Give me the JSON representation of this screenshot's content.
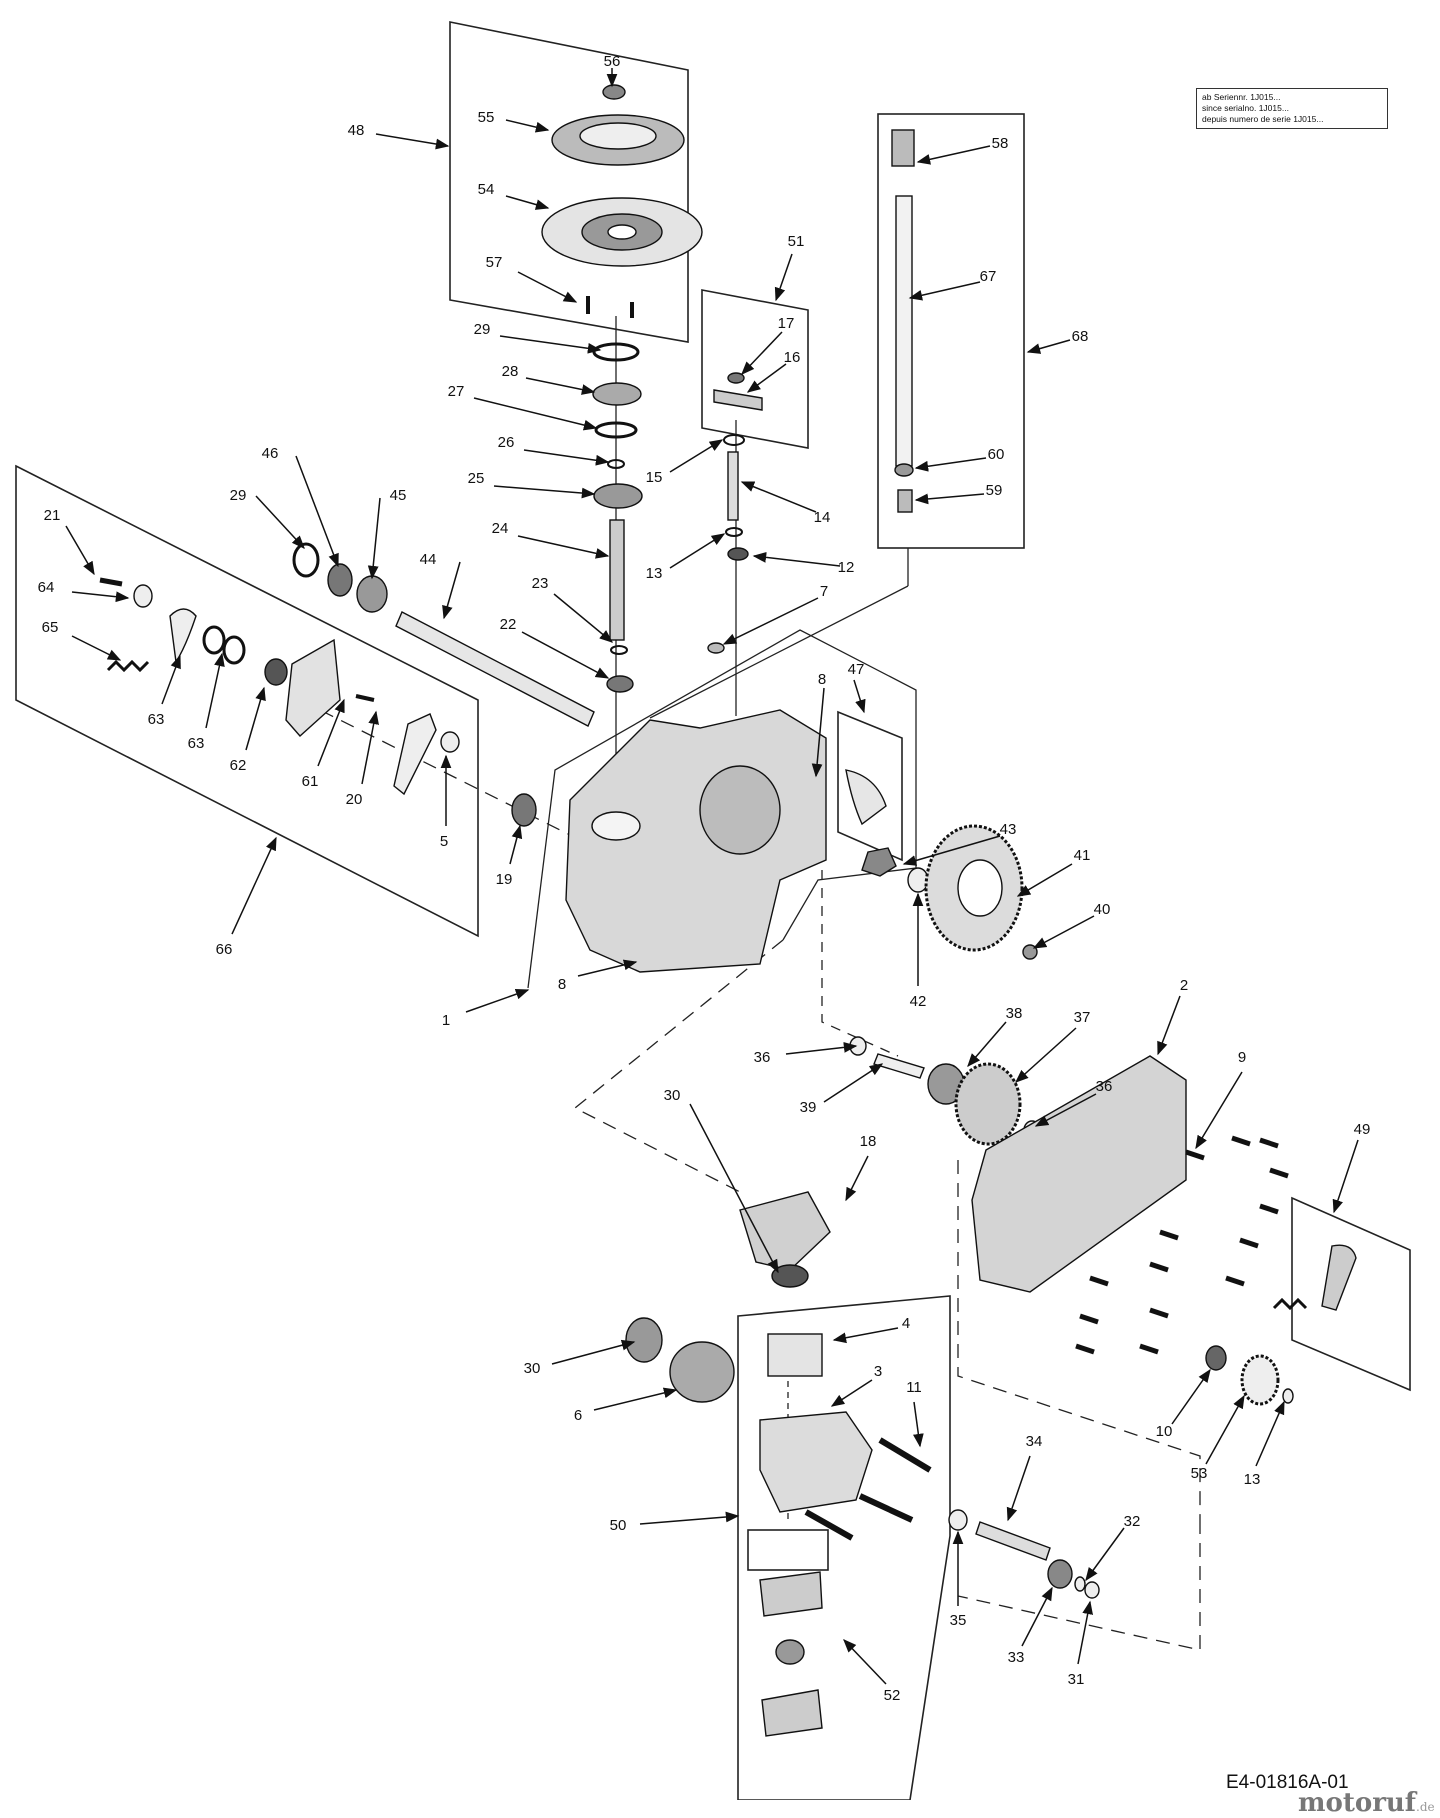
{
  "diagram": {
    "note_lines": [
      "ab Seriennr. 1J015...",
      "since serialno. 1J015...",
      "depuis numero de serie 1J015..."
    ],
    "drawing_code": "E4-01816A-01",
    "watermark": {
      "name": "motoruf",
      "tld": ".de"
    },
    "callouts": [
      {
        "label": "56"
      },
      {
        "label": "55"
      },
      {
        "label": "54"
      },
      {
        "label": "57"
      },
      {
        "label": "48"
      },
      {
        "label": "29"
      },
      {
        "label": "28"
      },
      {
        "label": "27"
      },
      {
        "label": "26"
      },
      {
        "label": "25"
      },
      {
        "label": "24"
      },
      {
        "label": "23"
      },
      {
        "label": "22"
      },
      {
        "label": "51"
      },
      {
        "label": "17"
      },
      {
        "label": "16"
      },
      {
        "label": "15"
      },
      {
        "label": "14"
      },
      {
        "label": "13"
      },
      {
        "label": "12"
      },
      {
        "label": "7"
      },
      {
        "label": "58"
      },
      {
        "label": "67"
      },
      {
        "label": "68"
      },
      {
        "label": "60"
      },
      {
        "label": "59"
      },
      {
        "label": "46"
      },
      {
        "label": "29"
      },
      {
        "label": "45"
      },
      {
        "label": "21"
      },
      {
        "label": "64"
      },
      {
        "label": "65"
      },
      {
        "label": "44"
      },
      {
        "label": "63"
      },
      {
        "label": "63"
      },
      {
        "label": "62"
      },
      {
        "label": "61"
      },
      {
        "label": "20"
      },
      {
        "label": "5"
      },
      {
        "label": "19"
      },
      {
        "label": "66"
      },
      {
        "label": "8"
      },
      {
        "label": "47"
      },
      {
        "label": "8"
      },
      {
        "label": "1"
      },
      {
        "label": "43"
      },
      {
        "label": "41"
      },
      {
        "label": "40"
      },
      {
        "label": "42"
      },
      {
        "label": "2"
      },
      {
        "label": "38"
      },
      {
        "label": "37"
      },
      {
        "label": "36"
      },
      {
        "label": "36"
      },
      {
        "label": "39"
      },
      {
        "label": "9"
      },
      {
        "label": "49"
      },
      {
        "label": "18"
      },
      {
        "label": "30"
      },
      {
        "label": "4"
      },
      {
        "label": "30"
      },
      {
        "label": "3"
      },
      {
        "label": "11"
      },
      {
        "label": "6"
      },
      {
        "label": "10"
      },
      {
        "label": "53"
      },
      {
        "label": "13"
      },
      {
        "label": "34"
      },
      {
        "label": "32"
      },
      {
        "label": "50"
      },
      {
        "label": "35"
      },
      {
        "label": "33"
      },
      {
        "label": "31"
      },
      {
        "label": "52"
      }
    ]
  }
}
